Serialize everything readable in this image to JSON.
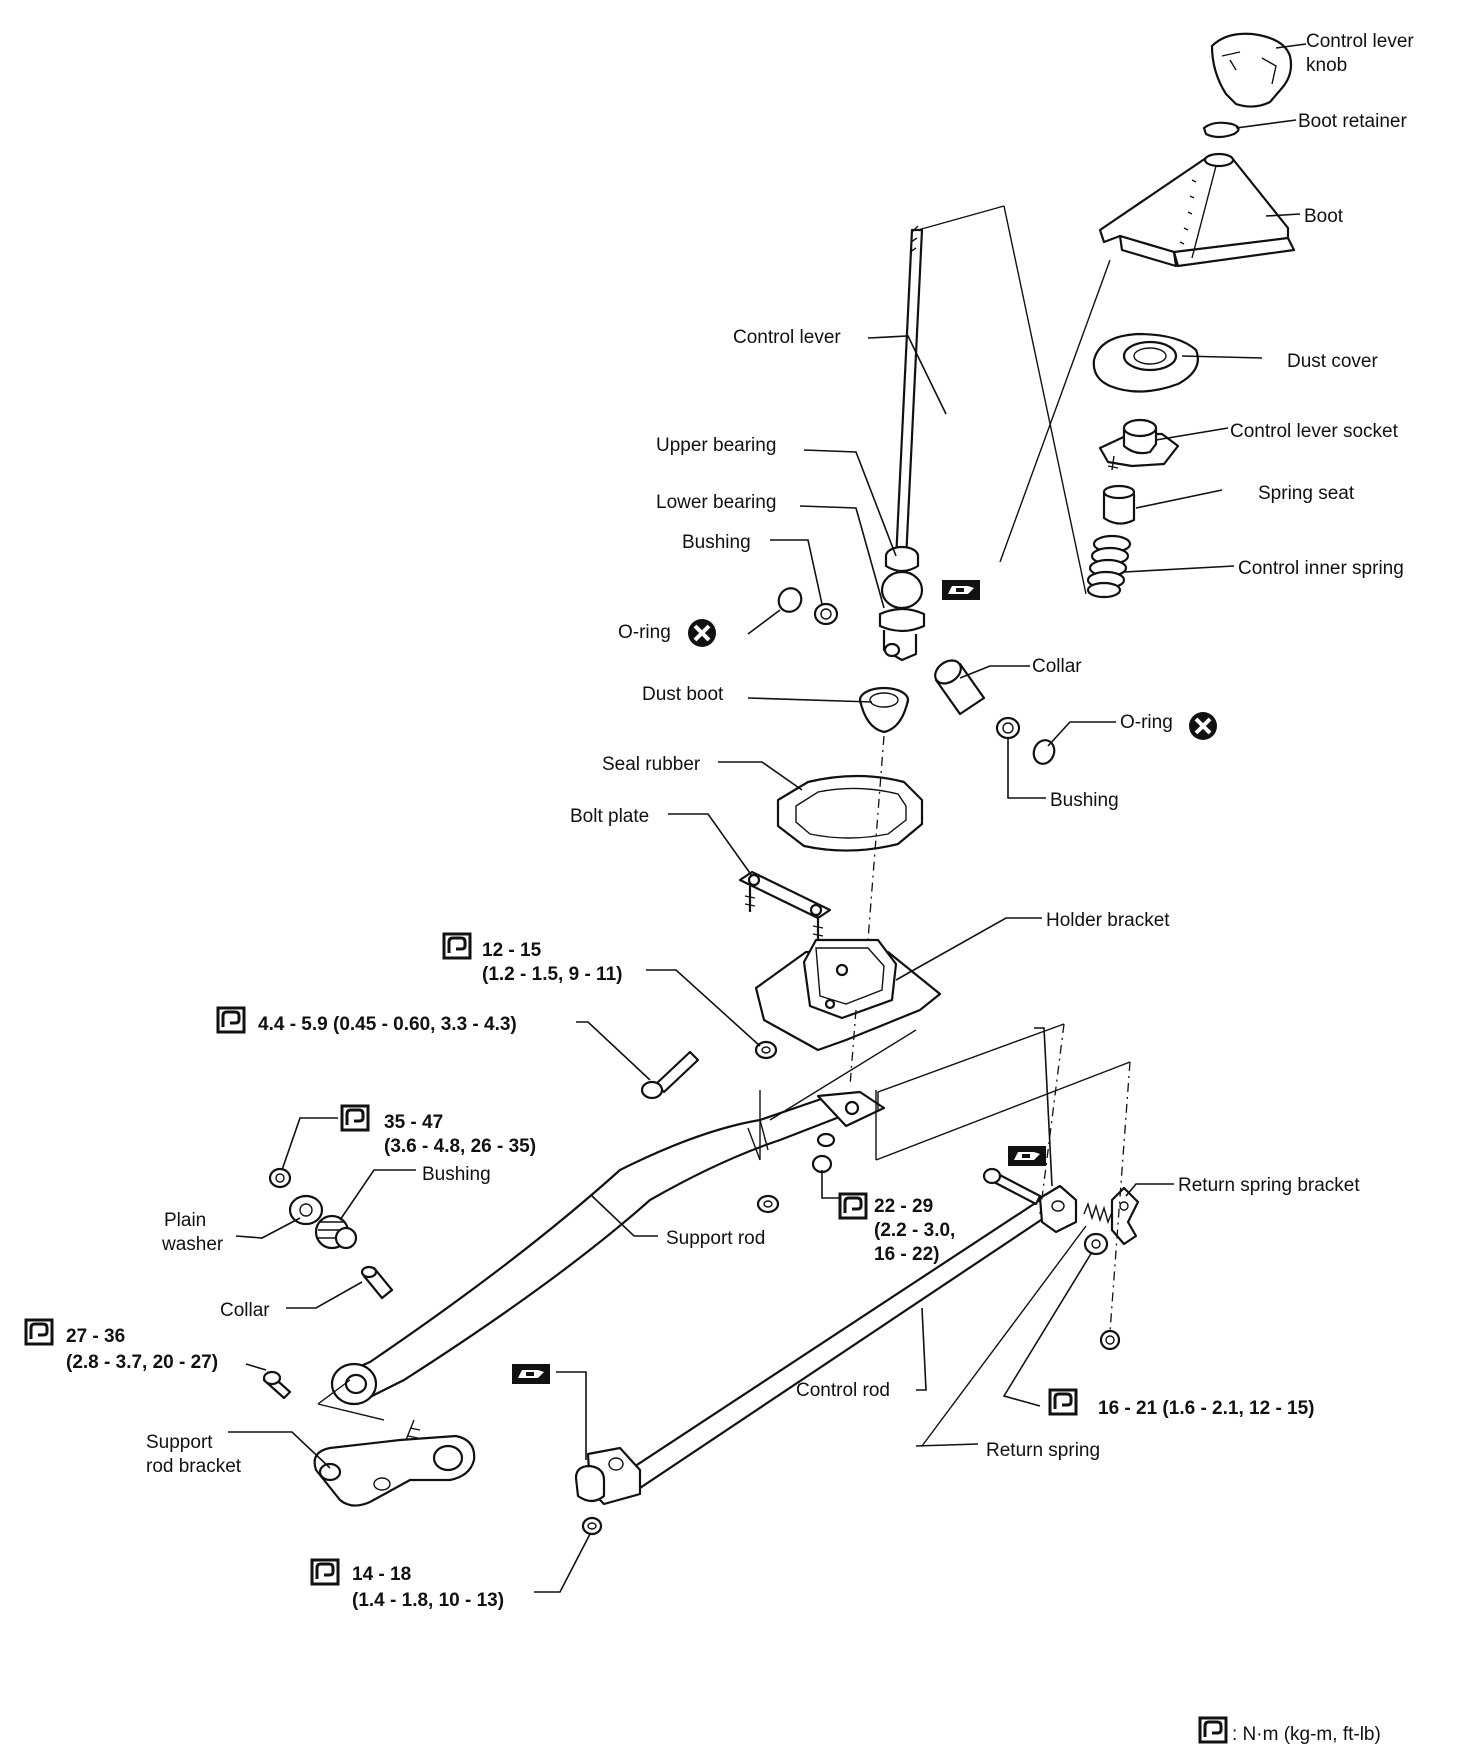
{
  "labels": {
    "control_lever_knob_1": "Control lever",
    "control_lever_knob_2": "knob",
    "boot_retainer": "Boot retainer",
    "boot": "Boot",
    "control_lever": "Control lever",
    "dust_cover": "Dust cover",
    "control_lever_socket": "Control lever socket",
    "upper_bearing": "Upper bearing",
    "spring_seat": "Spring seat",
    "lower_bearing": "Lower bearing",
    "bushing_upper": "Bushing",
    "control_inner_spring": "Control inner spring",
    "o_ring_left": "O-ring",
    "collar_upper": "Collar",
    "dust_boot": "Dust boot",
    "o_ring_right": "O-ring",
    "seal_rubber": "Seal rubber",
    "bushing_right": "Bushing",
    "bolt_plate": "Bolt plate",
    "holder_bracket": "Holder bracket",
    "bushing_lower": "Bushing",
    "plain_washer_1": "Plain",
    "plain_washer_2": "washer",
    "support_rod": "Support rod",
    "return_spring_bracket": "Return spring bracket",
    "collar_lower": "Collar",
    "support_rod_bracket_1": "Support",
    "support_rod_bracket_2": "rod bracket",
    "control_rod": "Control rod",
    "return_spring": "Return spring"
  },
  "torques": {
    "t12_15_a": "12 - 15",
    "t12_15_b": "(1.2 - 1.5, 9 - 11)",
    "t44_59": "4.4 - 5.9 (0.45 - 0.60, 3.3 - 4.3)",
    "t35_47_a": "35 - 47",
    "t35_47_b": "(3.6 - 4.8, 26 - 35)",
    "t22_29_a": "22 - 29",
    "t22_29_b": "(2.2 - 3.0,",
    "t22_29_c": "16 - 22)",
    "t27_36_a": "27 - 36",
    "t27_36_b": "(2.8 - 3.7, 20 - 27)",
    "t16_21": "16 - 21 (1.6 - 2.1, 12 - 15)",
    "t14_18_a": "14 - 18",
    "t14_18_b": "(1.4 - 1.8, 10 - 13)"
  },
  "legend": {
    "unit": ":  N·m (kg-m, ft-lb)"
  },
  "icons": {
    "torque": "torque-wrench-icon",
    "grease": "grease-applicator-icon",
    "replace": "replace-part-x-icon"
  }
}
